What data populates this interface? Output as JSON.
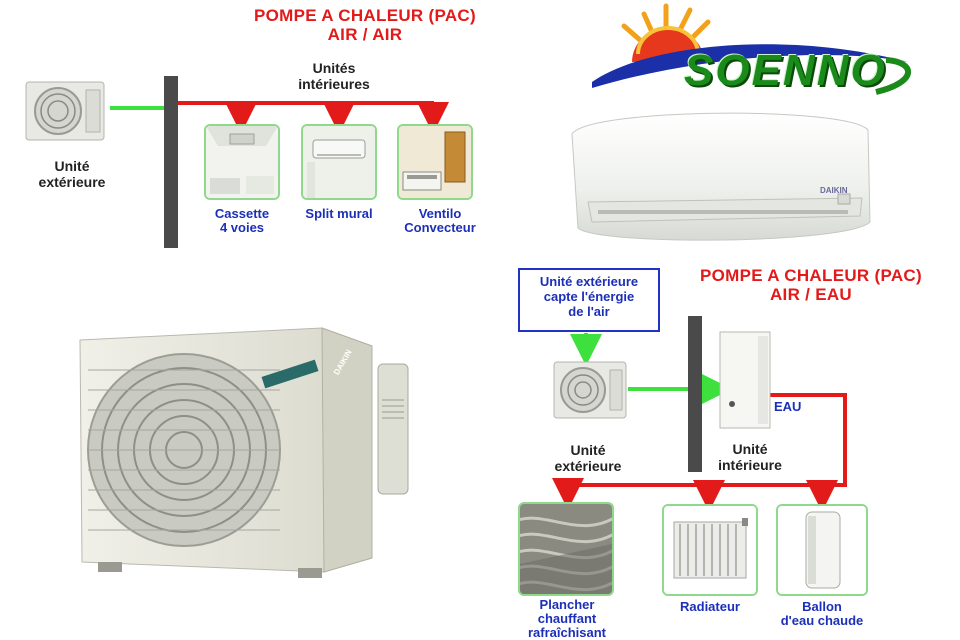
{
  "air_air": {
    "title_line1": "POMPE A CHALEUR (PAC)",
    "title_line2": "AIR / AIR",
    "outdoor_line1": "Unité",
    "outdoor_line2": "extérieure",
    "indoor_line1": "Unités",
    "indoor_line2": "intérieures",
    "units": [
      {
        "line1": "Cassette",
        "line2": "4 voies"
      },
      {
        "line1": "Split mural",
        "line2": ""
      },
      {
        "line1": "Ventilo",
        "line2": "Convecteur"
      }
    ]
  },
  "logo": {
    "text": "SOENNO"
  },
  "outdoor_unit_brand": "DAIKIN",
  "air_eau": {
    "title_line1": "POMPE A CHALEUR (PAC)",
    "title_line2": "AIR / EAU",
    "callout_line1": "Unité extérieure",
    "callout_line2": "capte l'énergie",
    "callout_line3": "de l'air",
    "outdoor_line1": "Unité",
    "outdoor_line2": "extérieure",
    "indoor_line1": "Unité",
    "indoor_line2": "intérieure",
    "water_label": "EAU",
    "emitters": [
      {
        "line1": "Plancher",
        "line2": "chauffant",
        "line3": "rafraîchisant"
      },
      {
        "line1": "Radiateur",
        "line2": "",
        "line3": ""
      },
      {
        "line1": "Ballon",
        "line2": "d'eau chaude",
        "line3": ""
      }
    ]
  },
  "colors": {
    "title_red": "#e21a1a",
    "pipe_red": "#e21a1a",
    "pipe_green": "#3ee03e",
    "label_blue": "#1c2fb8",
    "wall_gray": "#4a4a4a"
  }
}
